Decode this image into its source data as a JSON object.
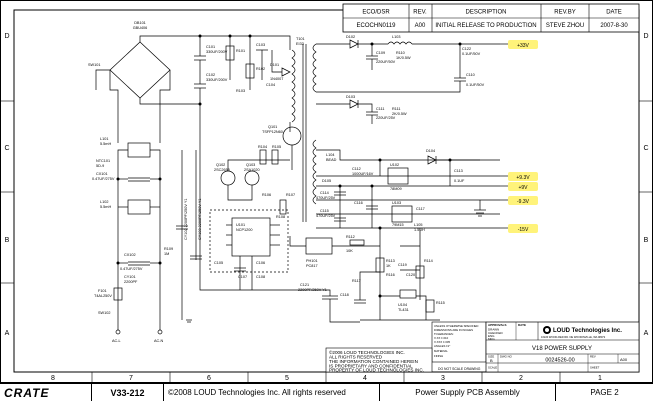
{
  "revision_table": {
    "headers": [
      "ECO/DSR",
      "REV.",
      "DESCRIPTION",
      "REV.BY",
      "DATE"
    ],
    "row": [
      "ECOCHN0119",
      "A00",
      "INITIAL RELEASE TO PRODUCTION",
      "STEVE ZHOU",
      "2007-8-30"
    ]
  },
  "border": {
    "columns": [
      "8",
      "7",
      "6",
      "5",
      "4",
      "3",
      "2",
      "1"
    ],
    "rows": [
      "D",
      "C",
      "B",
      "A"
    ]
  },
  "outputs": {
    "o1": "+33V",
    "o2": "+9.3V",
    "o3": "-9.3V",
    "o4": "+9V",
    "o5": "-15V"
  },
  "components": {
    "bridge": [
      "DB101",
      "GBU406"
    ],
    "caps_primary": [
      "C101",
      "330UF/200V",
      "C102",
      "330UF/200V"
    ],
    "primary_misc": [
      "SW101",
      "R101",
      "C103",
      "R102",
      "R103",
      "C104"
    ],
    "transformer": [
      "T101",
      "EI33"
    ],
    "d101": [
      "D101",
      "1N4007"
    ],
    "q101": [
      "Q101",
      "TSFP12N60"
    ],
    "q102_q103": [
      "Q102",
      "2SC2655",
      "Q103",
      "2SA1020"
    ],
    "r_gate": [
      "R104",
      "R105",
      "R106",
      "R107"
    ],
    "ic": [
      "U101",
      "NCP1200"
    ],
    "ic_misc": [
      "C105",
      "C106",
      "R108",
      "C107",
      "C108"
    ],
    "filter_left": [
      "L101",
      "5.5mH",
      "NTC101",
      "5D-9",
      "CX101",
      "0.47UF/275V",
      "L102",
      "5.5mH"
    ],
    "cx_bottom": [
      "CX102",
      "0.47UF/275V",
      "CY101",
      "2200PF",
      "R109",
      "1M"
    ],
    "fuse": [
      "F101",
      "T4AL250V",
      "SW102"
    ],
    "ac_labels": [
      "AC-L",
      "AC-N"
    ],
    "cy_vertical": [
      "CY102 2200PF/250V Y1",
      "CY103 2200PF/250V Y1"
    ],
    "sec_33v": [
      "D102",
      "L103",
      "C109",
      "220UF/50V",
      "R110",
      "1K/0.5W",
      "C110",
      "0.1UF/50V"
    ],
    "sec_93v": [
      "D103",
      "C111",
      "220UF/25V",
      "R111",
      "2K/0.5W"
    ],
    "sec_9v": [
      "L104",
      "BEAD",
      "D104",
      "C112",
      "1000UF/16V",
      "C113",
      "0.1UF",
      "U102",
      "78M09"
    ],
    "sec_neg": [
      "D105",
      "C114",
      "470UF/25V",
      "C115",
      "470UF/25V",
      "C116",
      "U103",
      "79M15",
      "C117",
      "L105",
      "1.5UH"
    ],
    "feedback": [
      "PH101",
      "PC817",
      "R112",
      "10K",
      "R113",
      "1K",
      "R114",
      "U104",
      "TL431",
      "C118",
      "R115",
      "R116",
      "C119",
      "C120",
      "R117"
    ],
    "cap_bottom": [
      "C121",
      "2200PF/250V Y1"
    ],
    "cap_right": [
      "C122",
      "0.1UF/50V"
    ]
  },
  "notes": {
    "box1": [
      "UNLESS OTHERWISE SPECIFIED",
      "DIMENSIONS ARE IN INCHES",
      "TOLERANCES:",
      "X.XX ±.010",
      "X.XXX ±.005",
      "ANGLES ±1°",
      "MATERIAL",
      "FINISH"
    ],
    "copyright": [
      "©2006 LOUD TECHNOLOGIES INC.",
      "ALL RIGHTS RESERVED",
      "THE INFORMATION CONTAINED HEREIN",
      "IS PROPRIETARY AND CONFIDENTIAL",
      "PROPERTY OF LOUD TECHNOLOGIES INC."
    ],
    "no_scale": "DO NOT SCALE DRAWING"
  },
  "title_block": {
    "approvals_header": "APPROVALS",
    "date_header": "DATE",
    "approval_rows": [
      "DRAWN",
      "CHECKED",
      "ENG",
      "MFG"
    ],
    "logo_text": "LOUD Technologies Inc.",
    "address": "16220 WOOD-RED RD. NE WOODINVILLE, WA 98072",
    "title": "V18 POWER SUPPLY",
    "size_label": "SIZE",
    "size": "B",
    "dwg_label": "DWG NO",
    "dwg_no": "0024526-00",
    "rev_label": "REV",
    "rev": "A00",
    "scale_label": "SCALE",
    "sheet_label": "SHEET"
  },
  "footer": {
    "brand": "CRATE",
    "model": "V33-212",
    "copyright": "©2008 LOUD Technologies Inc. All rights reserved",
    "assembly": "Power Supply PCB Assembly",
    "page": "PAGE 2"
  },
  "colors": {
    "highlight": "#fff37a",
    "line": "#000000",
    "paper": "#ffffff"
  }
}
